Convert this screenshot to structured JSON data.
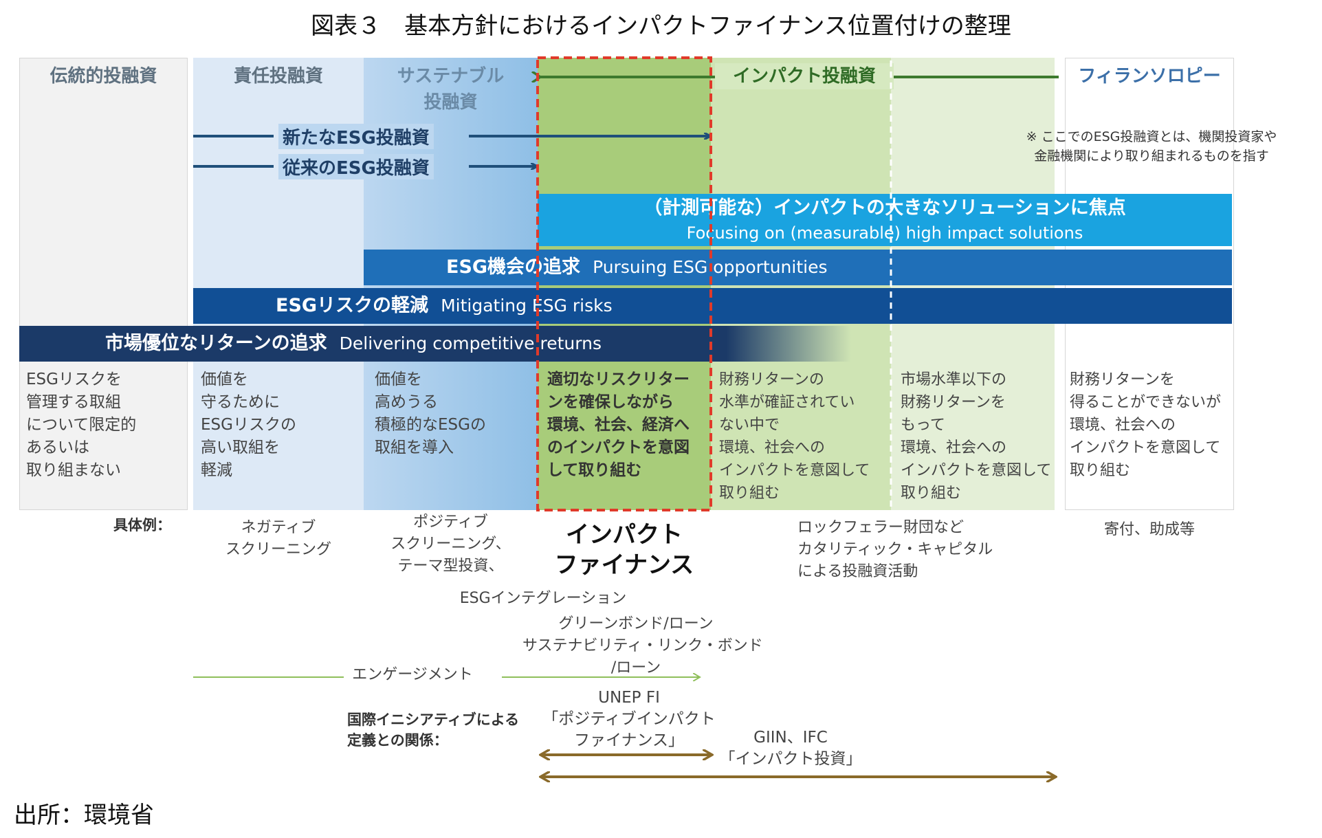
{
  "title": "図表３　基本方針におけるインパクトファイナンス位置付けの整理",
  "columns": {
    "traditional": {
      "head": "伝統的投融資",
      "desc": "ESGリスクを\n管理する取組\nについて限定的\nあるいは\n取り組まない"
    },
    "responsible": {
      "head": "責任投融資",
      "desc": "価値を\n守るために\nESGリスクの\n高い取組を\n軽減",
      "example": "ネガティブ\nスクリーニング"
    },
    "sustainable": {
      "head": "サステナブル\n投融資",
      "desc": "価値を\n高めうる\n積極的なESGの\n取組を導入",
      "example": "ポジティブ\nスクリーニング、\nテーマ型投資、"
    },
    "impact_finance": {
      "desc": "適切なリスクリター\nンを確保しながら\n環境、社会、経済へ\nのインパクトを意図\nして取り組む",
      "example": "インパクト\nファイナンス"
    },
    "impact_a": {
      "desc": "財務リターンの\n水準が確証されてい\nない中で\n環境、社会への\nインパクトを意図して\n取り組む"
    },
    "impact_b": {
      "desc": "市場水準以下の\n財務リターンを\nもって\n環境、社会への\nインパクトを意図して\n取り組む",
      "example": "ロックフェラー財団など\nカタリティック・キャピタル\nによる投融資活動"
    },
    "philanthropy": {
      "head": "フィランソロピー",
      "desc": "財務リターンを\n得ることができないが\n環境、社会への\nインパクトを意図して\n取り組む",
      "example": "寄付、助成等"
    }
  },
  "impact_head": "インパクト投融資",
  "arrows": {
    "new_esg": "新たなESG投融資",
    "old_esg": "従来のESG投融資"
  },
  "note": "※ ここでのESG投融資とは、機関投資家や\n金融機関により取り組まれるものを指す",
  "bars": [
    {
      "jp": "（計測可能な）インパクトの大きなソリューションに焦点",
      "en": "Focusing on (measurable) high impact solutions",
      "color": "#1aa3e0"
    },
    {
      "jp": "ESG機会の追求",
      "en": "Pursuing ESG opportunities",
      "color": "#1f6fb8"
    },
    {
      "jp": "ESGリスクの軽減",
      "en": "Mitigating ESG risks",
      "color": "#114f95"
    },
    {
      "jp": "市場優位なリターンの追求",
      "en": "Delivering competitive returns",
      "color": "#1b3a68"
    }
  ],
  "examples_label": "具体例：",
  "esg_integration": "ESGインテグレーション",
  "green_bond": "グリーンボンド/ローン\nサステナビリティ・リンク・ボンド\n/ローン",
  "engagement": "エンゲージメント",
  "intl_label": "国際イニシアティブによる\n定義との関係：",
  "unep": "UNEP FI\n「ポジティブインパクト\nファイナンス」",
  "giin": "GIIN、IFC\n「インパクト投資」",
  "source": "出所：環境省"
}
